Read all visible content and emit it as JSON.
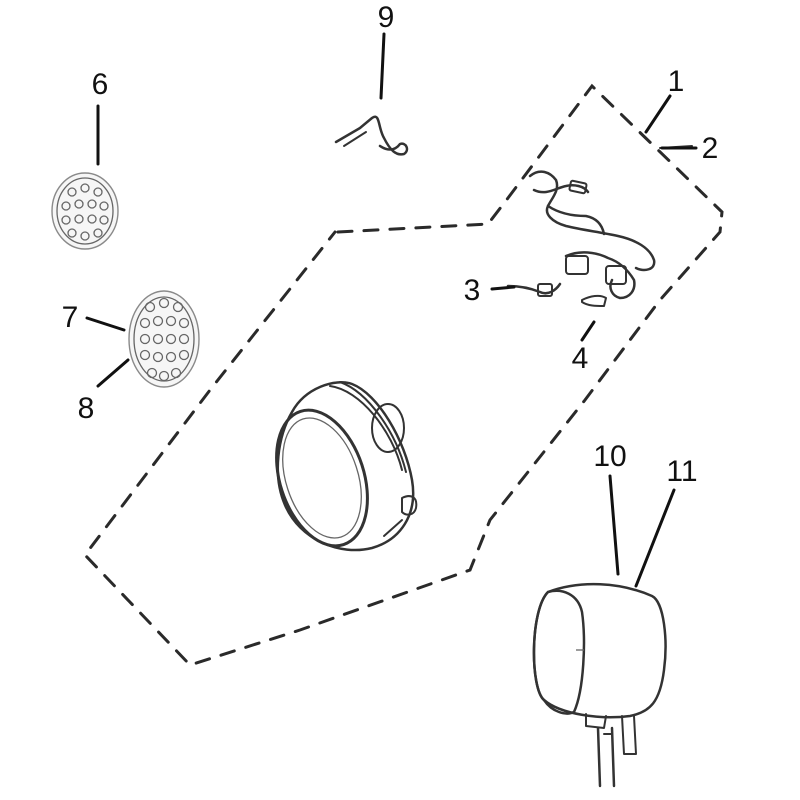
{
  "diagram": {
    "callouts": {
      "c1": "1",
      "c2": "2",
      "c3": "3",
      "c4": "4",
      "c6": "6",
      "c7": "7",
      "c8": "8",
      "c9": "9",
      "c10": "10",
      "c11": "11"
    },
    "line_color": "#111111",
    "background": "#ffffff"
  }
}
